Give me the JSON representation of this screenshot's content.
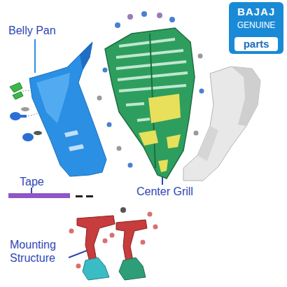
{
  "diagram": {
    "nodes": [
      {
        "text": [
          "BAJAJ",
          "GENUINE"
        ]
      },
      {
        "text": [
          "parts"
        ],
        "in": 0
      }
    ],
    "labels": [
      "Belly Pan",
      "Tape",
      "Center Grill",
      "Mounting Structure"
    ]
  }
}
